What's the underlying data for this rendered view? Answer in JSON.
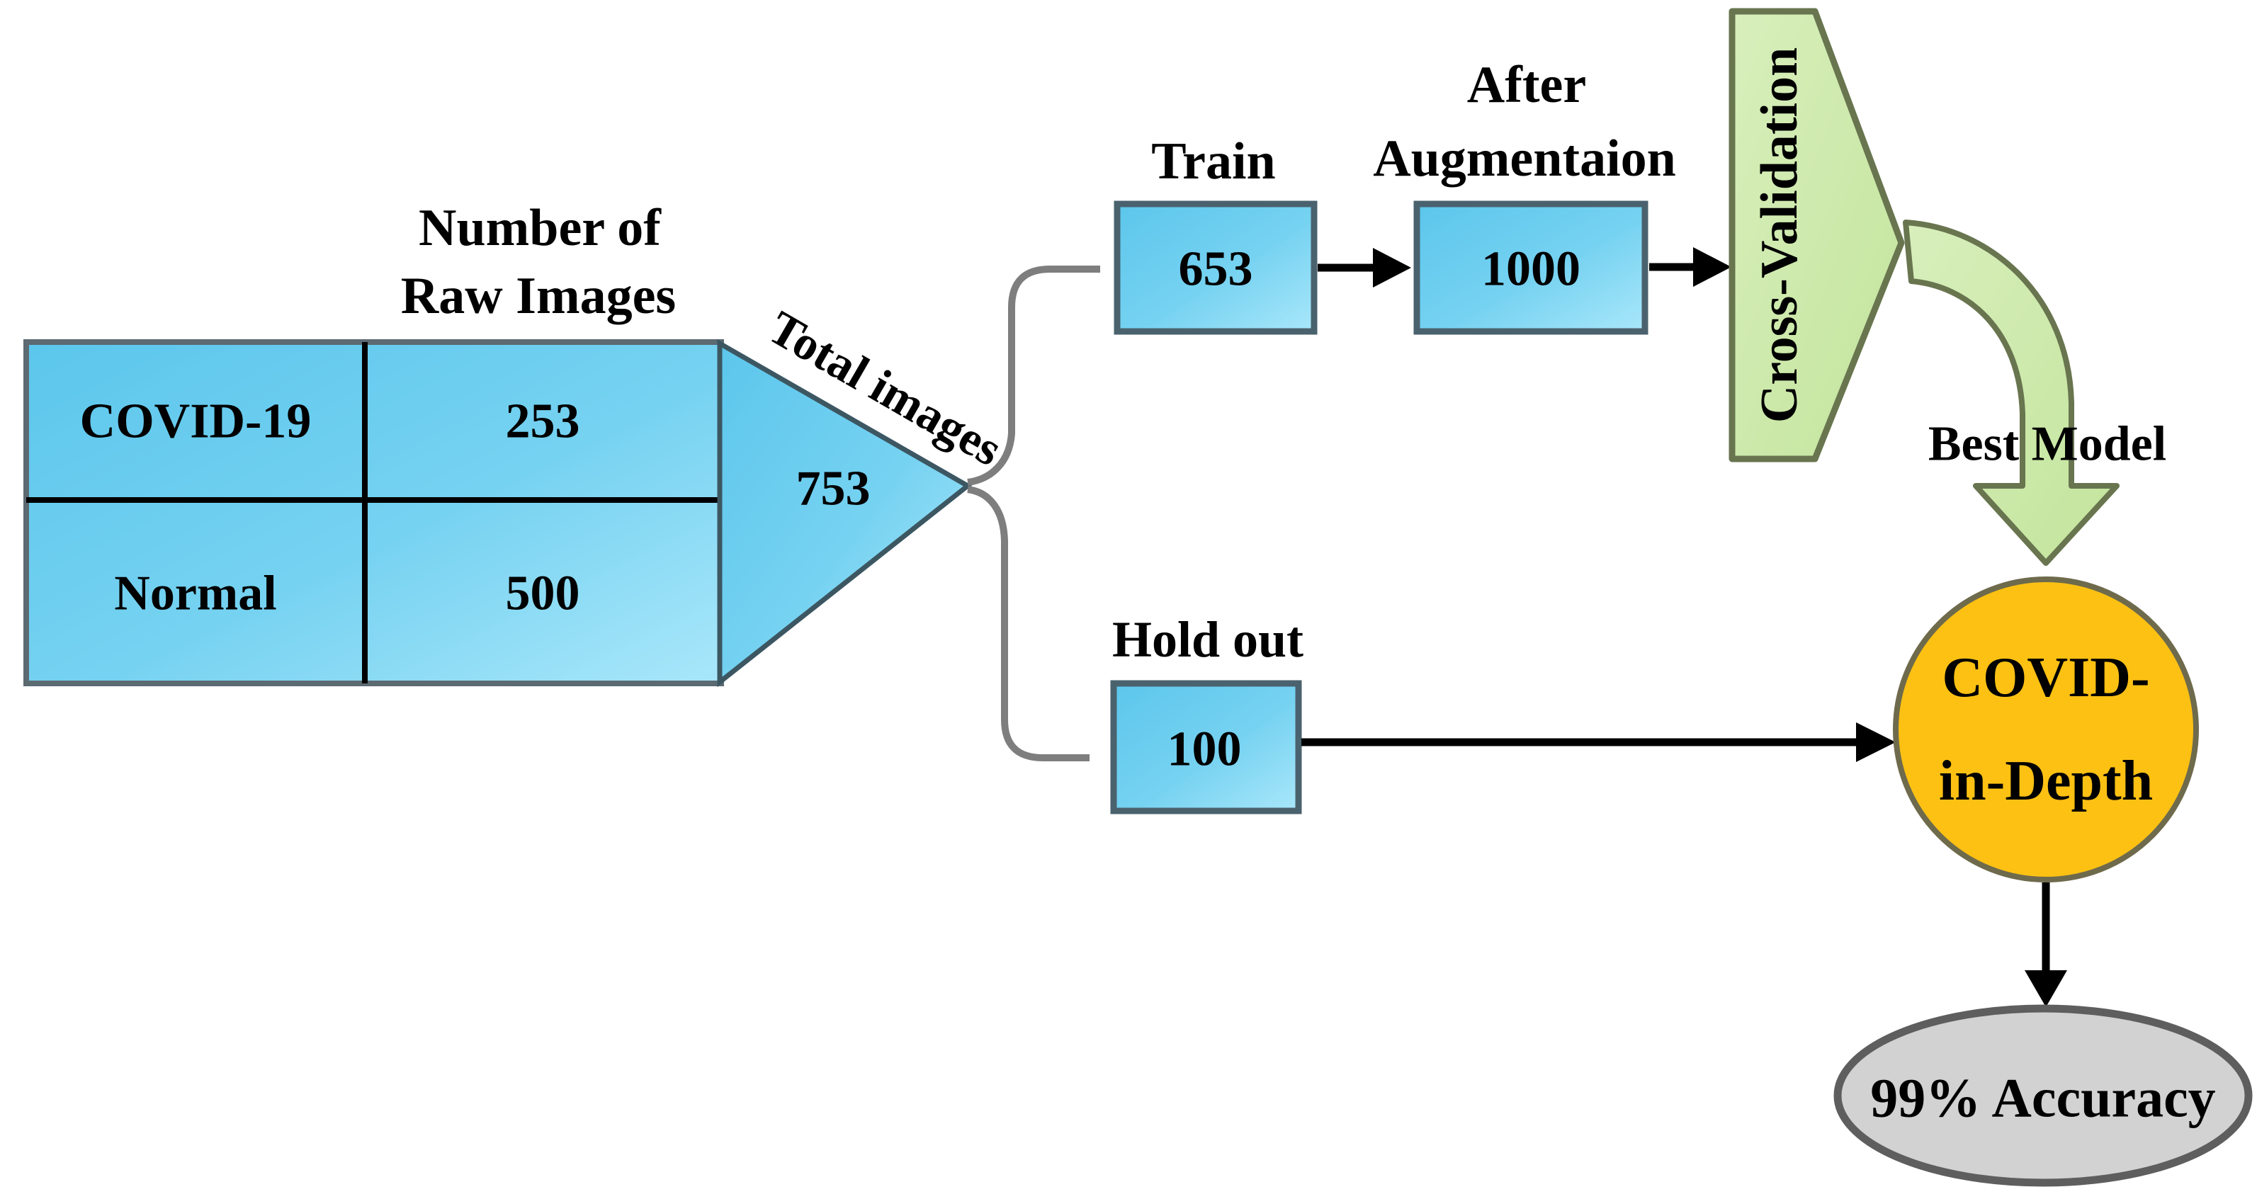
{
  "figure": {
    "raw_table": {
      "header_line1": "Number of",
      "header_line2": "Raw Images",
      "rows": [
        {
          "label": "COVID-19",
          "value": "253"
        },
        {
          "label": "Normal",
          "value": "500"
        }
      ]
    },
    "total": {
      "label": "Total images",
      "value": "753"
    },
    "train": {
      "label": "Train",
      "value": "653"
    },
    "augmentation": {
      "label_line1": "After",
      "label_line2": "Augmentaion",
      "value": "1000"
    },
    "cross_validation": {
      "label": "Cross-Validation"
    },
    "best_model_label": "Best Model",
    "holdout": {
      "label": "Hold out",
      "value": "100"
    },
    "model": {
      "line1": "COVID-",
      "line2": "in-Depth"
    },
    "result": {
      "label": "99% Accuracy"
    },
    "colors": {
      "box_blue_light": "#9ee2f8",
      "box_blue": "#5ec8ed",
      "box_border": "#4a626e",
      "green_fill": "#cfeaab",
      "green_border": "#68754f",
      "orange_fill": "#fdc113",
      "orange_border": "#6e6a4c",
      "result_fill": "#d2d2d2",
      "result_border": "#5e5e5e",
      "connector": "#7e7e7e",
      "arrow": "#000000"
    }
  }
}
